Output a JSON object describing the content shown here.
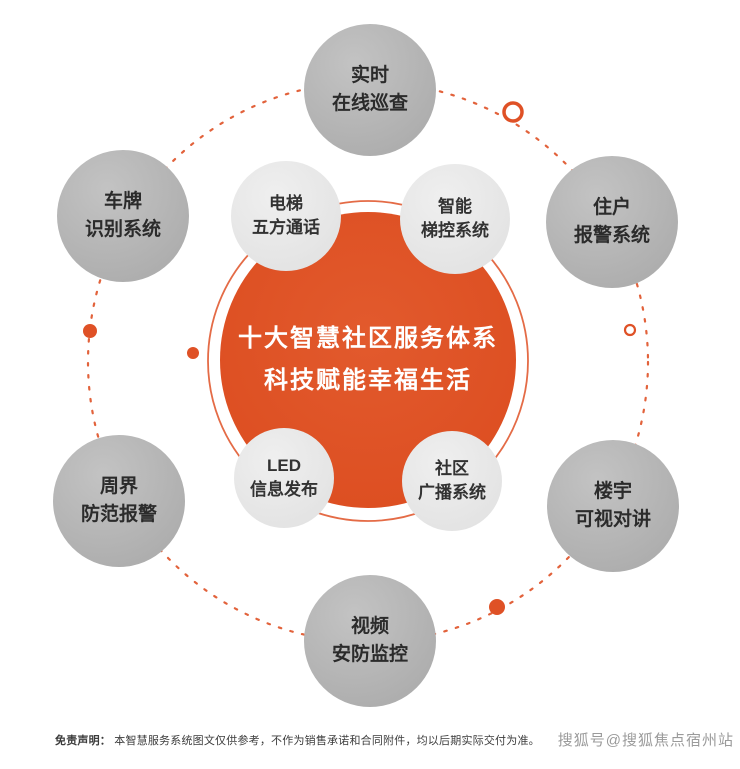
{
  "title": {
    "line1": "十大智慧社区服务体系",
    "line2": "科技赋能幸福生活"
  },
  "outer_nodes": [
    {
      "name": "realtime-online-patrol",
      "line1": "实时",
      "line2": "在线巡查"
    },
    {
      "name": "license-plate-recognition",
      "line1": "车牌",
      "line2": "识别系统"
    },
    {
      "name": "resident-alarm-system",
      "line1": "住户",
      "line2": "报警系统"
    },
    {
      "name": "perimeter-alarm",
      "line1": "周界",
      "line2": "防范报警"
    },
    {
      "name": "building-video-intercom",
      "line1": "楼宇",
      "line2": "可视对讲"
    },
    {
      "name": "video-surveillance",
      "line1": "视频",
      "line2": "安防监控"
    }
  ],
  "inner_nodes": [
    {
      "name": "elevator-five-party-intercom",
      "line1": "电梯",
      "line2": "五方通话"
    },
    {
      "name": "smart-elevator-control",
      "line1": "智能",
      "line2": "梯控系统"
    },
    {
      "name": "led-info-publishing",
      "line1": "LED",
      "line2": "信息发布"
    },
    {
      "name": "community-broadcast",
      "line1": "社区",
      "line2": "广播系统"
    }
  ],
  "footer": {
    "disclaimer_label": "免责声明：",
    "disclaimer_text": " 本智慧服务系统图文仅供参考，不作为销售承诺和合同附件，均以后期实际交付为准。"
  },
  "watermark": "搜狐号@搜狐焦点宿州站",
  "colors": {
    "accent": "#df5126",
    "outer_circle_gray": "#b5b5b5",
    "inner_circle_gray": "#eaeaea",
    "center_text": "#ffffff"
  }
}
